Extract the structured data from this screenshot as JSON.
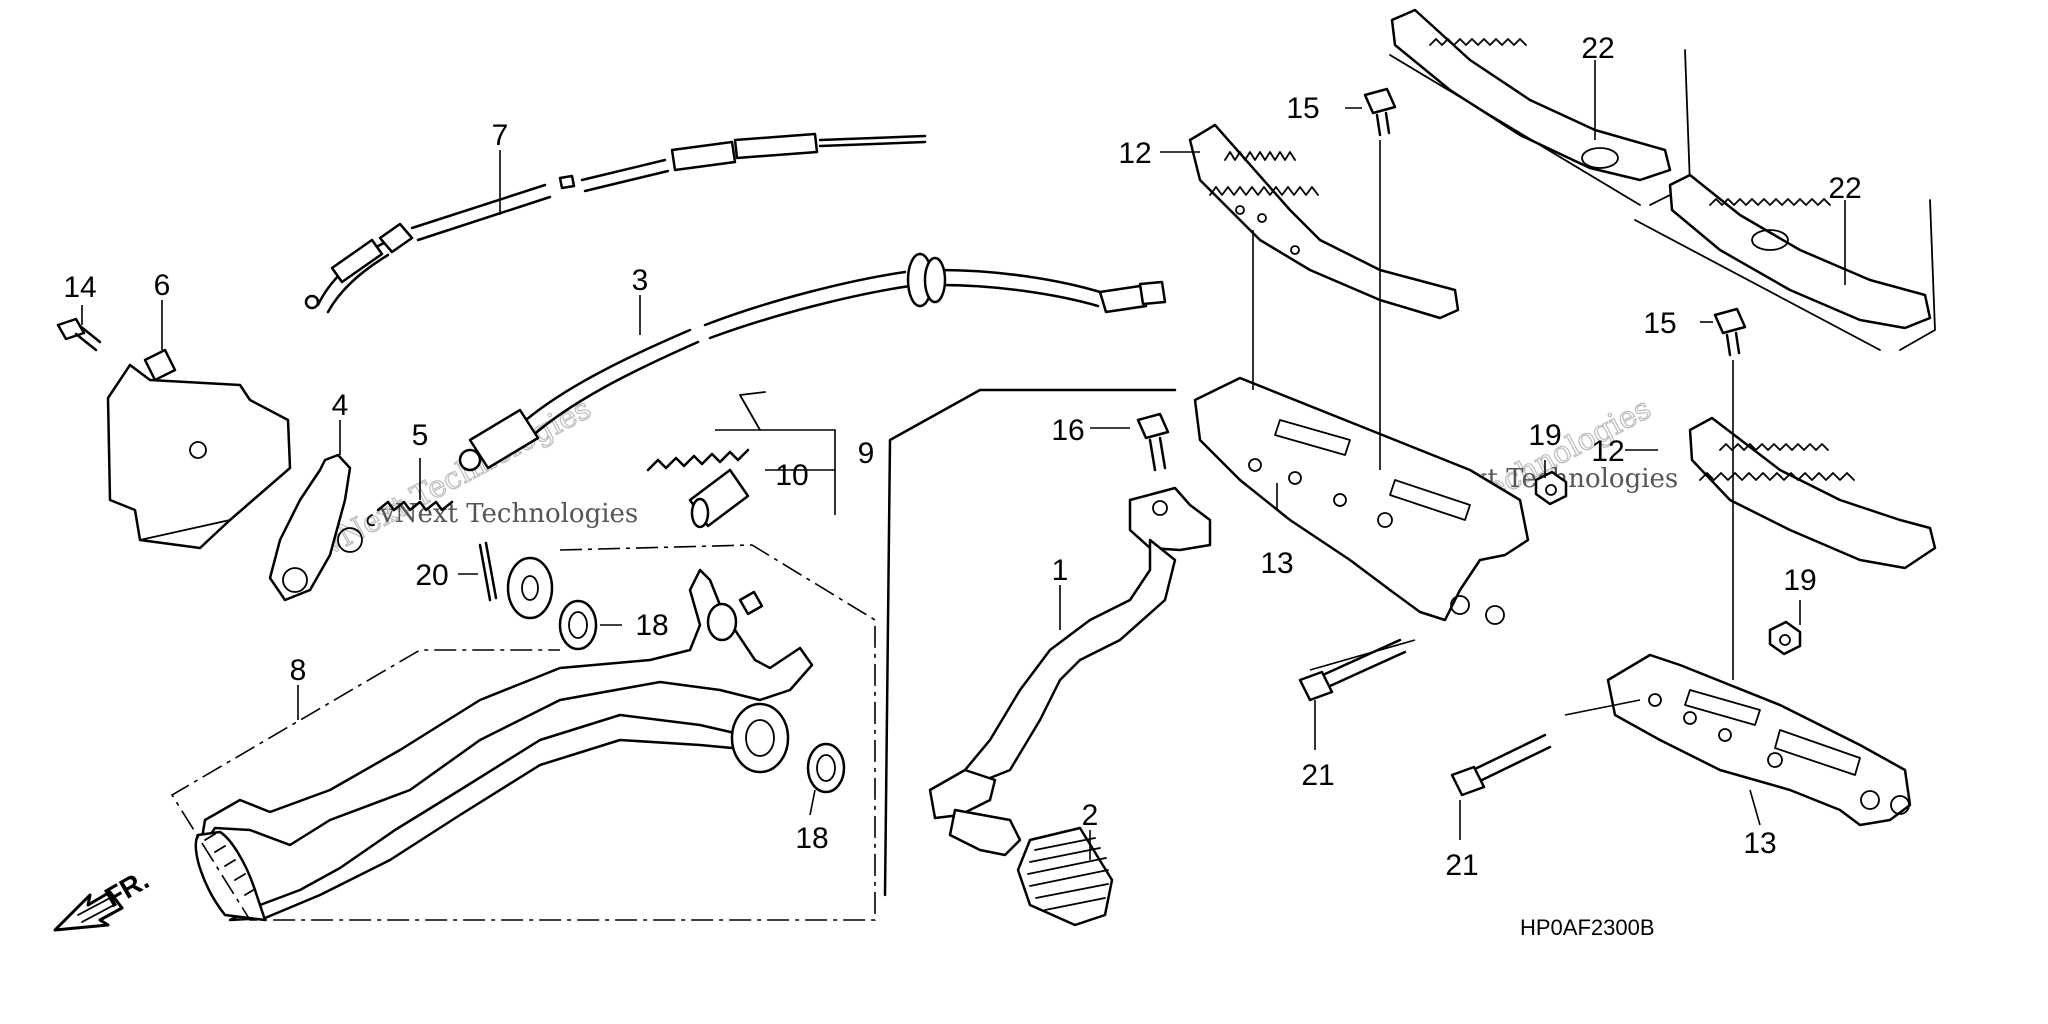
{
  "diagram_code": "HP0AF2300B",
  "direction_label": "FR.",
  "watermark": {
    "line1": "vNext Technologies",
    "line2": "vNext Technologies"
  },
  "callouts": {
    "c1": "1",
    "c2": "2",
    "c3": "3",
    "c4": "4",
    "c5": "5",
    "c6": "6",
    "c7": "7",
    "c8": "8",
    "c9": "9",
    "c10": "10",
    "c12a": "12",
    "c12b": "12",
    "c13a": "13",
    "c13b": "13",
    "c14": "14",
    "c15a": "15",
    "c15b": "15",
    "c16": "16",
    "c18a": "18",
    "c18b": "18",
    "c19a": "19",
    "c19b": "19",
    "c20": "20",
    "c21a": "21",
    "c21b": "21",
    "c22a": "22",
    "c22b": "22"
  },
  "icons": {
    "direction_arrow": "fr-arrow-icon"
  }
}
